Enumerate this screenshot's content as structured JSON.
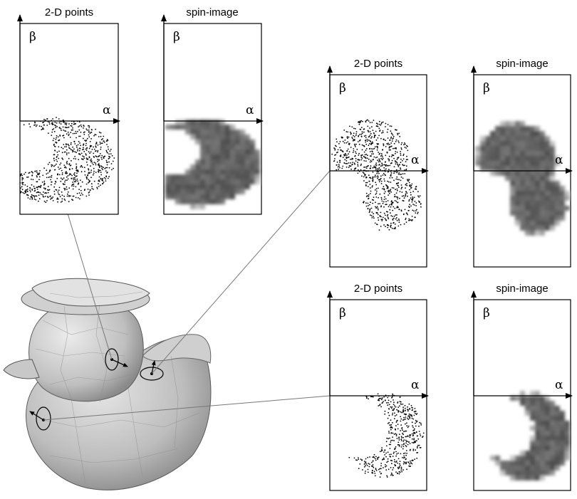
{
  "panels": [
    {
      "id": "top-left-points",
      "title": "2-D points",
      "kind": "points",
      "alpha": "α",
      "beta": "β"
    },
    {
      "id": "top-left-spin",
      "title": "spin-image",
      "kind": "spin",
      "alpha": "α",
      "beta": "β"
    },
    {
      "id": "middle-right-points",
      "title": "2-D points",
      "kind": "points",
      "alpha": "α",
      "beta": "β"
    },
    {
      "id": "middle-right-spin",
      "title": "spin-image",
      "kind": "spin",
      "alpha": "α",
      "beta": "β"
    },
    {
      "id": "bottom-right-points",
      "title": "2-D points",
      "kind": "points",
      "alpha": "α",
      "beta": "β"
    },
    {
      "id": "bottom-right-spin",
      "title": "spin-image",
      "kind": "spin",
      "alpha": "α",
      "beta": "β"
    }
  ],
  "colors": {
    "ink": "#000000",
    "leader": "#777777",
    "duck_light": "#d4d4d4",
    "duck_dark": "#6a6a6a"
  }
}
